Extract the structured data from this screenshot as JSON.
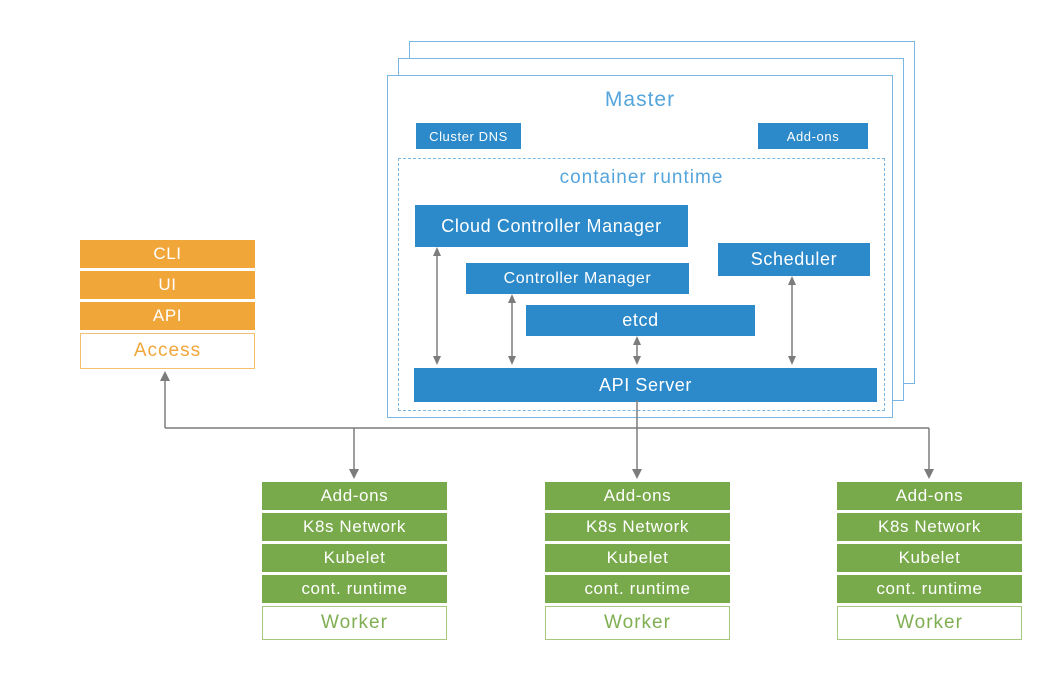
{
  "master": {
    "title": "Master",
    "cluster_dns_label": "Cluster DNS",
    "addons_label": "Add-ons",
    "runtime": {
      "title": "container runtime",
      "cloud_controller_manager": "Cloud Controller Manager",
      "controller_manager": "Controller Manager",
      "scheduler": "Scheduler",
      "etcd": "etcd",
      "api_server": "API Server"
    }
  },
  "access": {
    "layers": [
      "CLI",
      "UI",
      "API"
    ],
    "title": "Access"
  },
  "workers": [
    {
      "layers": [
        "Add-ons",
        "K8s Network",
        "Kubelet",
        "cont. runtime"
      ],
      "title": "Worker"
    },
    {
      "layers": [
        "Add-ons",
        "K8s Network",
        "Kubelet",
        "cont. runtime"
      ],
      "title": "Worker"
    },
    {
      "layers": [
        "Add-ons",
        "K8s Network",
        "Kubelet",
        "cont. runtime"
      ],
      "title": "Worker"
    }
  ],
  "colors": {
    "component_blue": "#2c89ca",
    "frame_light_blue": "#7ab7e3",
    "title_light_blue": "#55a5dc",
    "access_orange": "#f1a63a",
    "worker_green": "#78a94a",
    "connector_gray": "#7c7c7c"
  }
}
